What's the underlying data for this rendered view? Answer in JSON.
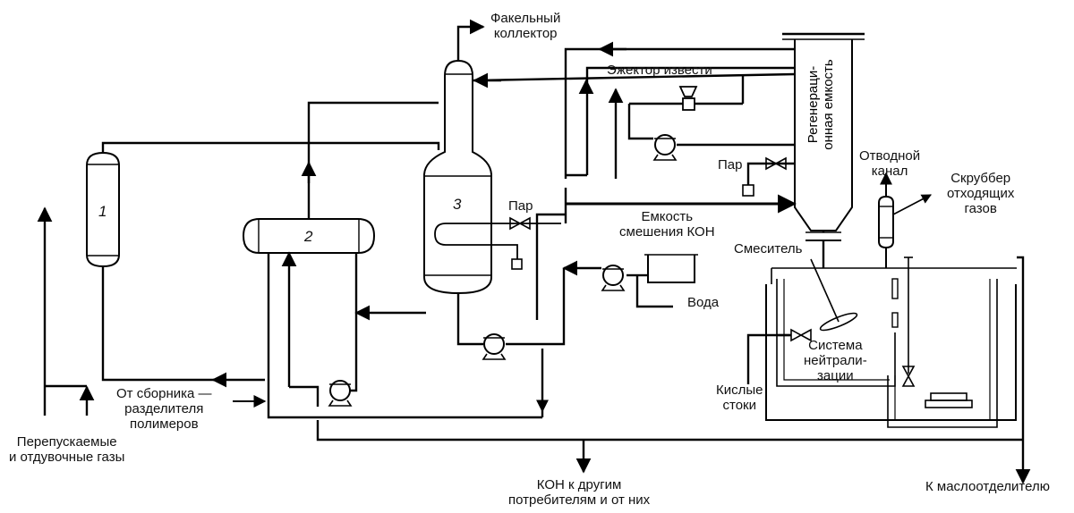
{
  "labels": {
    "flare_header": [
      "Факельный",
      "коллектор"
    ],
    "lime_ejector": "Эжектор извести",
    "regeneration_tank": [
      "Регенераци-",
      "онная емкость"
    ],
    "steam_regen": "Пар",
    "discharge_channel": [
      "Отводной",
      "канал"
    ],
    "scrubber_offgas": [
      "Скруббер",
      "отходящих",
      "газов"
    ],
    "koh_mixing_tank": [
      "Емкость",
      "смешения КОН"
    ],
    "steam_column": "Пар",
    "mixer": "Смеситель",
    "water": "Вода",
    "neutralization": [
      "Система",
      "нейтрали-",
      "зации"
    ],
    "acid_effluents": [
      "Кислые",
      "стоки"
    ],
    "from_separator": [
      "От сборника —",
      "разделителя",
      "полимеров"
    ],
    "bypass_gases": [
      "Перепускаемые",
      "и отдувочные газы"
    ],
    "koh_consumers": [
      "КОН к другим",
      "потребителям и от них"
    ],
    "to_oil_separator": "К маслоотделителю"
  },
  "equipment_numbers": {
    "vessel_1": "1",
    "vessel_2": "2",
    "column_3": "3"
  }
}
